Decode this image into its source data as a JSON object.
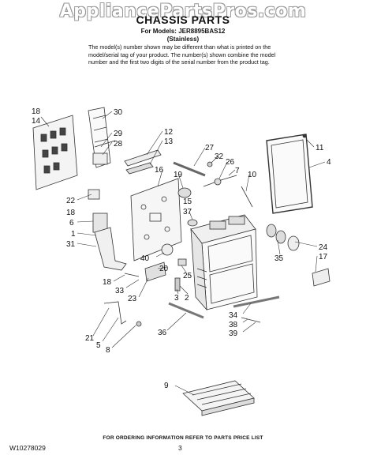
{
  "watermark": "AppliancePartsPros.com",
  "header": {
    "title": "CHASSIS PARTS",
    "models": "For Models: JER8895BAS12",
    "finish": "(Stainless)",
    "note_lines": [
      "The model(s) number shown may be different than what is printed on the",
      "model/serial tag of your product. The number(s) shown combine the model",
      "number and the first two digits of the serial number from the product tag."
    ]
  },
  "labels": [
    "18",
    "14",
    "30",
    "29",
    "28",
    "12",
    "13",
    "27",
    "32",
    "26",
    "7",
    "11",
    "4",
    "16",
    "19",
    "10",
    "22",
    "18",
    "6",
    "15",
    "37",
    "1",
    "31",
    "40",
    "24",
    "17",
    "35",
    "20",
    "25",
    "18",
    "33",
    "23",
    "3",
    "2",
    "34",
    "38",
    "39",
    "36",
    "21",
    "5",
    "8",
    "9"
  ],
  "footer": {
    "ordering": "FOR ORDERING INFORMATION REFER TO PARTS PRICE LIST",
    "doc_number": "W10278029",
    "page": "3"
  }
}
